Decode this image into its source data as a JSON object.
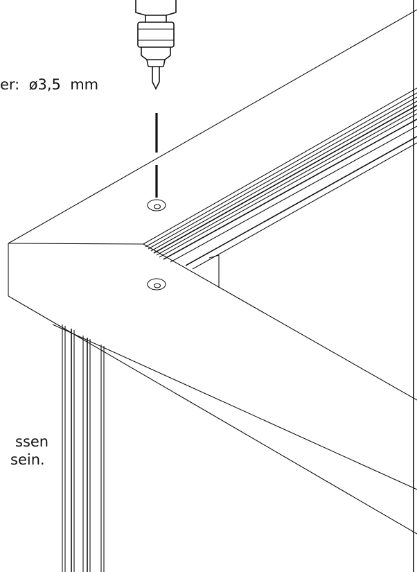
{
  "annotations": {
    "drill_diameter": "er:  ø3,5  mm",
    "note_line_1": "ssen",
    "note_line_2": "sein."
  },
  "colors": {
    "line": "#111111",
    "background": "#ffffff"
  }
}
